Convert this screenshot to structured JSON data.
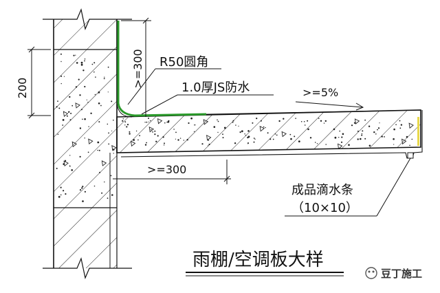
{
  "labels": {
    "r50": "R50圆角",
    "js": "1.0厚JS防水",
    "slope": ">=5%",
    "drip1": "成品滴水条",
    "drip2": "（10×10）",
    "dim_300_vertical": ">=300",
    "dim_200": "200",
    "dim_300_horizontal": ">=300"
  },
  "title": "雨棚/空调板大样",
  "watermark": "豆丁施工",
  "colors": {
    "line": "#111111",
    "membrane": "#2a9a2a",
    "drip": "#e8d84a",
    "wm": "#555555"
  }
}
